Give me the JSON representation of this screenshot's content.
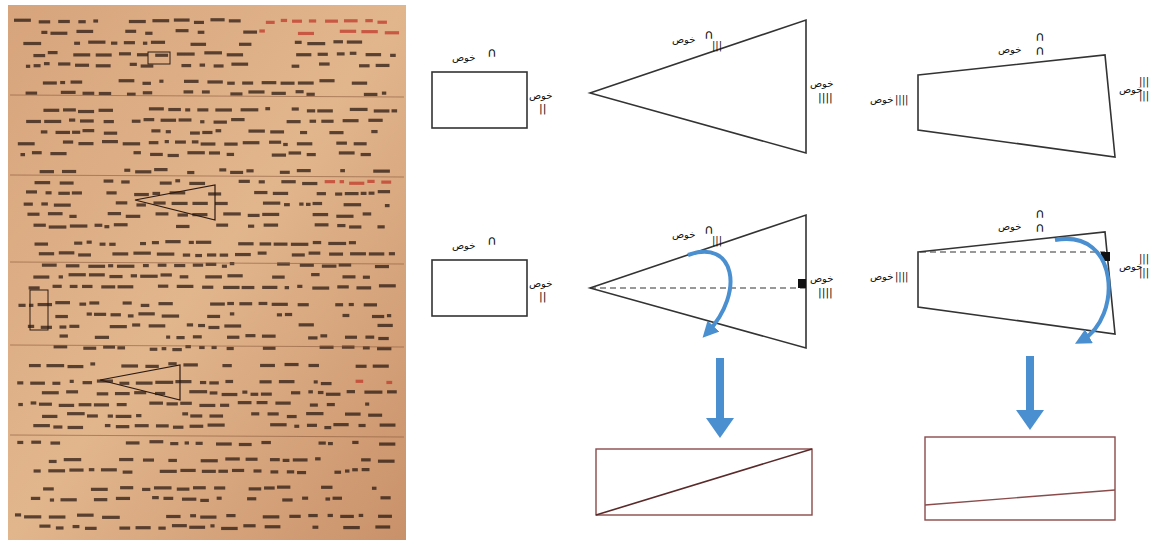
{
  "diagram": {
    "labels": [
      "خوص",
      "∩",
      "خوص",
      "||",
      "خوص",
      "∩",
      "|||",
      "خوص",
      "||||",
      "خوص",
      "∩",
      "∩",
      "خوص",
      "||||",
      "خوص",
      "|||",
      "|||",
      "خوص",
      "∩",
      "خوص",
      "||",
      "خوص",
      "∩",
      "|||",
      "خوص",
      "||||",
      "خوص",
      "∩",
      "∩",
      "خوص",
      "||||",
      "خوص",
      "|||",
      "|||"
    ]
  }
}
